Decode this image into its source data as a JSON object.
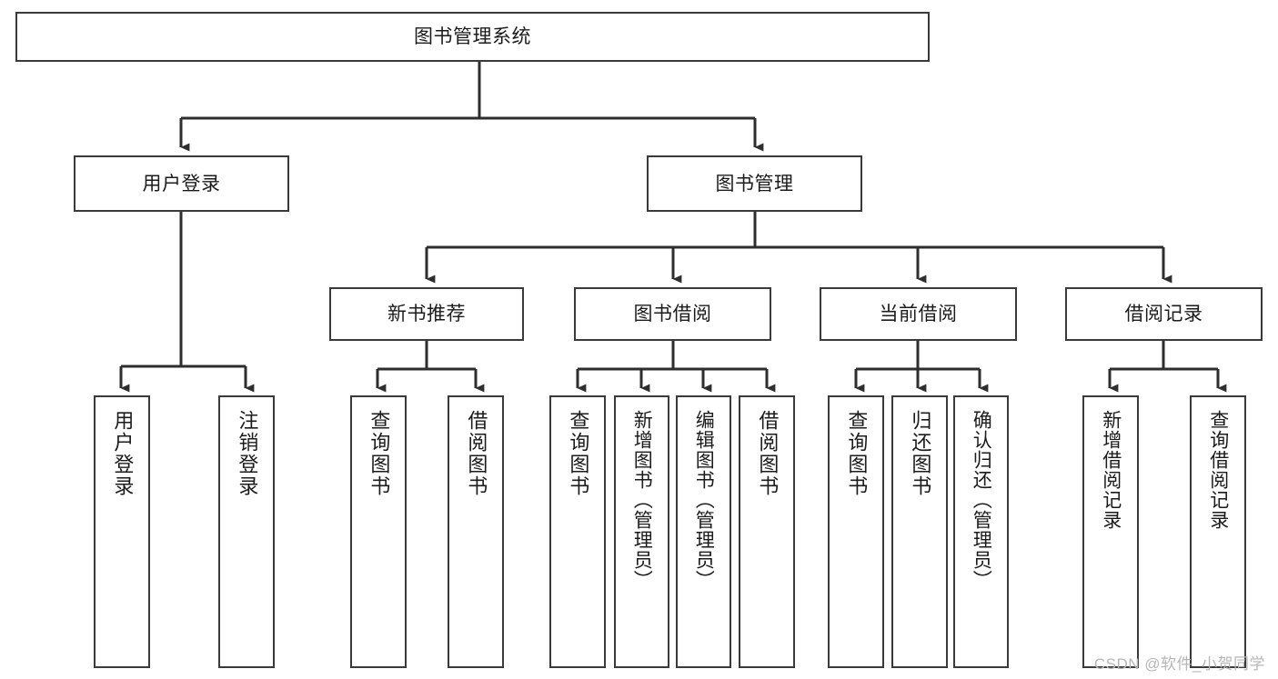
{
  "diagram": {
    "type": "tree-hierarchy-chart",
    "title": "图书管理系统",
    "line_color": "#3a3a3a",
    "box_fill": "#ffffff",
    "text_color": "#1b1b1b",
    "watermark": "CSDN @软件_小贺同学",
    "nodes": {
      "root": {
        "label": "图书管理系统"
      },
      "level2": [
        {
          "label": "用户登录"
        },
        {
          "label": "图书管理"
        }
      ],
      "level3": [
        {
          "label": "新书推荐"
        },
        {
          "label": "图书借阅"
        },
        {
          "label": "当前借阅"
        },
        {
          "label": "借阅记录"
        }
      ],
      "leaves_user_login": [
        {
          "label": "用户登录"
        },
        {
          "label": "注销登录"
        }
      ],
      "leaves_new_book": [
        {
          "label": "查询图书"
        },
        {
          "label": "借阅图书"
        }
      ],
      "leaves_borrow": [
        {
          "label": "查询图书"
        },
        {
          "label": "新增图书（管理员）"
        },
        {
          "label": "编辑图书（管理员）"
        },
        {
          "label": "借阅图书"
        }
      ],
      "leaves_current": [
        {
          "label": "查询图书"
        },
        {
          "label": "归还图书"
        },
        {
          "label": "确认归还（管理员）"
        }
      ],
      "leaves_record": [
        {
          "label": "新增借阅记录"
        },
        {
          "label": "查询借阅记录"
        }
      ]
    }
  }
}
